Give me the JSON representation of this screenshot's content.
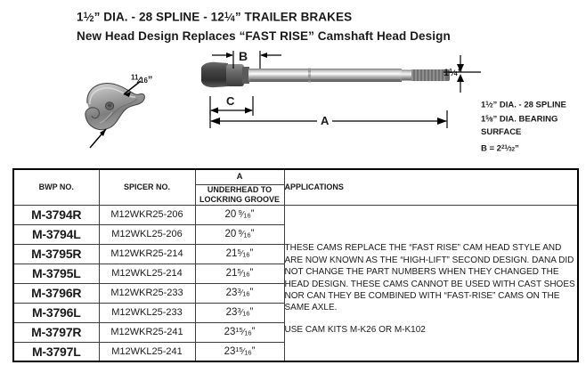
{
  "title": {
    "line1_pre": "1",
    "line1_frac_num": "1",
    "line1_frac_den": "2",
    "line1_mid": "” DIA. - 28 SPLINE - 12",
    "line1_frac2_num": "1",
    "line1_frac2_den": "4",
    "line1_post": "” TRAILER BRAKES",
    "line2": "New Head Design Replaces “FAST RISE” Camshaft Head Design"
  },
  "diagram": {
    "cam_head_label_num": "11",
    "cam_head_label_den": "16",
    "cam_head_label_suffix": "”",
    "dim_b": "B",
    "dim_c": "C",
    "dim_a": "A",
    "dim_right_whole": "1",
    "dim_right_num": "1",
    "dim_right_den": "4",
    "dim_right_suffix": "”"
  },
  "specs": {
    "line1_pre": "1",
    "line1_num": "1",
    "line1_den": "2",
    "line1_post": "” DIA. - 28 SPLINE",
    "line2_pre": "1",
    "line2_num": "5",
    "line2_den": "8",
    "line2_post": "” DIA. BEARING",
    "line3": "SURFACE",
    "line4_pre": "B = 2",
    "line4_num": "21",
    "line4_den": "32",
    "line4_post": "”"
  },
  "table": {
    "headers": {
      "bwp": "BWP NO.",
      "spicer": "SPICER NO.",
      "a_top": "A",
      "a_sub_line1": "UNDERHEAD TO",
      "a_sub_line2": "LOCKRING GROOVE",
      "applications": "APPLICATIONS"
    },
    "rows": [
      {
        "bwp": "M-3794R",
        "spicer": "M12WKR25-206",
        "a_whole": "20",
        "a_num": "9",
        "a_den": "16"
      },
      {
        "bwp": "M-3794L",
        "spicer": "M12WKL25-206",
        "a_whole": "20",
        "a_num": "9",
        "a_den": "16"
      },
      {
        "bwp": "M-3795R",
        "spicer": "M12WKR25-214",
        "a_whole": "21",
        "a_num": "5",
        "a_den": "16"
      },
      {
        "bwp": "M-3795L",
        "spicer": "M12WKL25-214",
        "a_whole": "21",
        "a_num": "5",
        "a_den": "16"
      },
      {
        "bwp": "M-3796R",
        "spicer": "M12WKR25-233",
        "a_whole": "23",
        "a_num": "3",
        "a_den": "16"
      },
      {
        "bwp": "M-3796L",
        "spicer": "M12WKL25-233",
        "a_whole": "23",
        "a_num": "3",
        "a_den": "16"
      },
      {
        "bwp": "M-3797R",
        "spicer": "M12WKR25-241",
        "a_whole": "23",
        "a_num": "15",
        "a_den": "16"
      },
      {
        "bwp": "M-3797L",
        "spicer": "M12WKL25-241",
        "a_whole": "23",
        "a_num": "15",
        "a_den": "16"
      }
    ],
    "applications": {
      "paragraph1": "THESE CAMS REPLACE THE “FAST RISE” CAM HEAD STYLE AND ARE NOW KNOWN AS THE “HIGH-LIFT” SECOND DESIGN. DANA DID NOT CHANGE THE PART NUMBERS WHEN THEY CHANGED THE HEAD DESIGN. THESE CAMS CANNOT BE USED WITH CAST SHOES NOR CAN THEY BE COMBINED WITH “FAST-RISE” CAMS ON THE SAME AXLE.",
      "paragraph2": "USE CAM KITS M-K26 OR M-K102"
    }
  },
  "colors": {
    "text": "#1a1a1a",
    "border": "#3d3d3d",
    "outer_border": "#000000"
  }
}
